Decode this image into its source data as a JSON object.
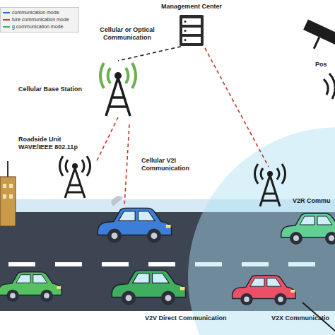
{
  "diagram": {
    "nodes": [
      {
        "text": [
          "Management Center"
        ]
      },
      {
        "text": [
          "Cellular Base Station"
        ]
      },
      {
        "text": [
          "Roadside Unit WAVE/IEEE 802.11p"
        ]
      }
    ],
    "edges": [
      {
        "from": 0,
        "to": 1,
        "arrow": "none",
        "label": "Cellular or Optical Communication"
      },
      {
        "from": 1,
        "to": 2,
        "arrow": "none"
      }
    ],
    "labels": [
      "Cellular V2I Communication",
      "V2R Commu",
      "Pos",
      "V2V Direct Communication",
      "V2X Communicatio"
    ],
    "legend": [
      {
        "text": "communication mode"
      },
      {
        "text": "ture communication mode"
      },
      {
        "text": "g communication mode"
      }
    ]
  }
}
